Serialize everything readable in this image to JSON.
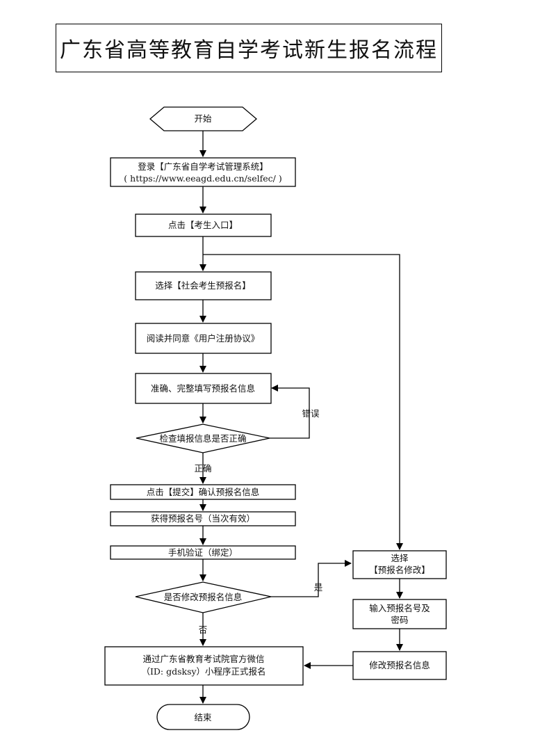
{
  "title": "广东省高等教育自学考试新生报名流程",
  "nodes": {
    "start": "开始",
    "login_1": "登录【广东省自学考试管理系统】",
    "login_2": "( https://www.eeagd.edu.cn/selfec/ )",
    "entry": "点击【考生入口】",
    "choose_social": "选择【社会考生预报名】",
    "read_agree": "阅读并同意《用户注册协议》",
    "fill_info": "准确、完整填写预报名信息",
    "check_info": "检查填报信息是否正确",
    "submit": "点击【提交】确认预报名信息",
    "get_number": "获得预报名号（当次有效）",
    "phone_verify": "手机验证（绑定）",
    "modify_q": "是否修改预报名信息",
    "choose_modify_1": "选择",
    "choose_modify_2": "【预报名修改】",
    "input_number_1": "输入预报名号及",
    "input_number_2": "密码",
    "modify_info": "修改预报名信息",
    "wechat_1": "通过广东省教育考试院官方微信",
    "wechat_2": "（ID: gdsksy）小程序正式报名",
    "end": "结束"
  },
  "labels": {
    "error": "错误",
    "correct": "正确",
    "yes": "是",
    "no": "否"
  }
}
